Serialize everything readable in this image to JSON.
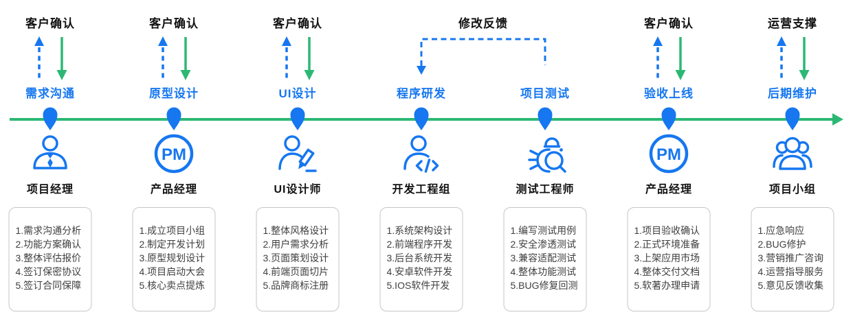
{
  "palette": {
    "blue": "#1677F0",
    "green": "#2CB874",
    "text_dark": "#111111",
    "task_text": "#3f3f3f",
    "box_border": "#c6c6c6"
  },
  "feedback": {
    "label": "修改反馈"
  },
  "timeline": {
    "direction": "left-to-right",
    "arrow": "right-arrowhead"
  },
  "stages": [
    {
      "top_label": "客户确认",
      "phase": "需求沟通",
      "role": "项目经理",
      "icon": "manager-tie-icon",
      "tasks": [
        "1.需求沟通分析",
        "2.功能方案确认",
        "3.整体评估报价",
        "4.签订保密协议",
        "5.签订合同保障"
      ]
    },
    {
      "top_label": "客户确认",
      "phase": "原型设计",
      "role": "产品经理",
      "icon": "pm-circle-icon",
      "tasks": [
        "1.成立项目小组",
        "2.制定开发计划",
        "3.原型规划设计",
        "4.项目启动大会",
        "5.核心卖点提炼"
      ]
    },
    {
      "top_label": "客户确认",
      "phase": "UI设计",
      "role": "UI设计师",
      "icon": "designer-pencil-icon",
      "tasks": [
        "1.整体风格设计",
        "2.用户需求分析",
        "3.页面策划设计",
        "4.前端页面切片",
        "5.品牌商标注册"
      ]
    },
    {
      "top_label": "",
      "phase": "程序研发",
      "role": "开发工程组",
      "icon": "developer-code-icon",
      "tasks": [
        "1.系统架构设计",
        "2.前端程序开发",
        "3.后台系统开发",
        "4.安卓软件开发",
        "5.IOS软件开发"
      ]
    },
    {
      "top_label": "",
      "phase": "项目测试",
      "role": "测试工程师",
      "icon": "bug-magnifier-icon",
      "tasks": [
        "1.编写测试用例",
        "2.安全渗透测试",
        "3.兼容适配测试",
        "4.整体功能测试",
        "5.BUG修复回测"
      ]
    },
    {
      "top_label": "客户确认",
      "phase": "验收上线",
      "role": "产品经理",
      "icon": "pm-circle-icon",
      "tasks": [
        "1.项目验收确认",
        "2.正式环境准备",
        "3.上架应用市场",
        "4.整体交付文档",
        "5.软著办理申请"
      ]
    },
    {
      "top_label": "运营支撑",
      "phase": "后期维护",
      "role": "项目小组",
      "icon": "team-group-icon",
      "tasks": [
        "1.应急响应",
        "2.BUG修护",
        "3.营销推广咨询",
        "4.运营指导服务",
        "5.意见反馈收集"
      ]
    }
  ]
}
